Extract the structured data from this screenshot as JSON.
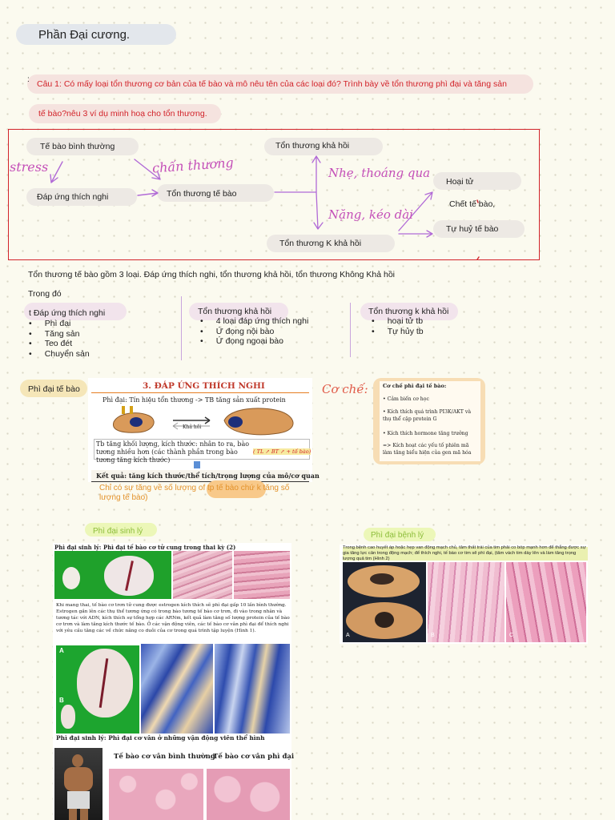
{
  "title": "Phần Đại cương.",
  "question": {
    "line1": "Câu 1: Có mấy loại tổn thương cơ bản của tế bào và mô nêu tên của các loại đó? Trình bày về tổn thương phì đại và tăng sản",
    "line2": "tế bào?nêu 3 ví dụ minh hoạ cho tổn thương."
  },
  "diagram": {
    "normal_cell": "Tế bào bình thường",
    "adaptive": "Đáp ứng thích nghi",
    "injury": "Tổn thương tế bào",
    "reversible": "Tổn thương khả hồi",
    "irreversible": "Tổn thương K khả hồi",
    "necrosis": "Hoại tử",
    "cell_death": "Chết tế bào,",
    "apoptosis": "Tự huỷ tế bào",
    "hw_stress": "stress",
    "hw_injury": "chấn thương",
    "hw_mild": "Nhẹ, thoáng qua",
    "hw_severe": "Nặng, kéo dài"
  },
  "summary": "Tổn thương tế bào gồm 3 loại. Đáp ứng thích nghi, tổn thương khả hồi, tổn thương Không Khả hồi",
  "among": "Trong đó",
  "columns": {
    "c1": {
      "title": "t Đáp ứng thích nghi",
      "items": [
        "Phì đại",
        "Tăng sản",
        "Teo đét",
        "Chuyển sản"
      ]
    },
    "c2": {
      "title": "Tổn thương khả hồi",
      "items": [
        "4 loại đáp ứng thích nghi",
        "Ứ đọng nội bào",
        "Ứ đọng ngoại bào"
      ]
    },
    "c3": {
      "title": "Tổn thương k khả hồi",
      "items": [
        "hoại tử tb",
        "Tự hủy tb"
      ]
    }
  },
  "hypertrophy": {
    "label": "Phì đại tế bào",
    "slide_title": "3. ĐÁP ỨNG THÍCH NGHI",
    "slide_sub": "Phì đại: Tín hiệu tổn thương -> TB tăng sản xuất protein",
    "slide_khoi": "Khả hồi",
    "slide_box": "Tb tăng khối lượng, kích thước: nhân to ra, bào tương nhiều hơn (các thành phần trong bào tương tăng kích thước)",
    "slide_box_hw": "( TL ↗ BT ↗ + tố bào)",
    "slide_result": "Kết quả: tăng kích thước/thể tích/trọng lượng của mô/cơ quan",
    "note": "Chỉ có sự tăng về số lượng of tp tế bào chứ k tăng số lượng tế bào)",
    "mech_hw": "Cơ chế:",
    "mech_title": "Cơ chế phì đại tế bào:",
    "mech_items": [
      "• Cảm biến cơ học",
      "• Kích thích quá trình PI3K/AKT và thụ thể cặp protein G",
      "• Kích thích hormone tăng trưởng",
      "=> Kích hoạt các yếu tố phiên mã làm tăng biểu hiện của gen mã hóa"
    ]
  },
  "physio": {
    "label": "Phì đại sinh lý",
    "slide_head": "Phì đại sinh lý: Phì đại tế bào cơ tử cung trong thai kỳ (2)",
    "slide_text": "Khi mang thai, tế bào cơ trơn tử cung được estrogen kích thích sẽ phì đại gấp 10 lần bình thường. Estrogen gắn lên các thụ thể tương ứng có trong bào tương tế bào cơ trơn, đi vào trong nhân và tương tác với ADN, kích thích sự tổng hợp các ARNm, kết quả làm tăng số lượng protein của tế bào cơ trơn và làm tăng kích thước tế bào. Ở các vận động viên, các tế bào cơ vân phì đại để thích nghi với yêu cầu tăng các về chức năng co duỗi của cơ trong quá trình tập luyện (Hình 1).",
    "slide_head2": "Phì đại sinh lý: Phì đại cơ vân ở những vận động viên thể hình",
    "cap_normal": "Tế bào cơ vân bình thường",
    "cap_hyper": "Tế bào cơ vân phì đại",
    "fig_a": "A",
    "fig_b": "B"
  },
  "patho": {
    "label": "Phì đại bệnh lý",
    "slide_text": "Trong bệnh cao huyết áp hoặc hẹp van động mạch chủ, tâm thất trái của tim phải co bóp mạnh hơn để thắng được sự gia tăng lực cản trong động mạch; để thích nghi, tế bào cơ tim sẽ phì đại, (tâm vách tim dày lên và làm tăng trọng lượng quả tim (Hình 2)",
    "fig_a": "A",
    "fig_b": "B",
    "fig_c": "C"
  }
}
